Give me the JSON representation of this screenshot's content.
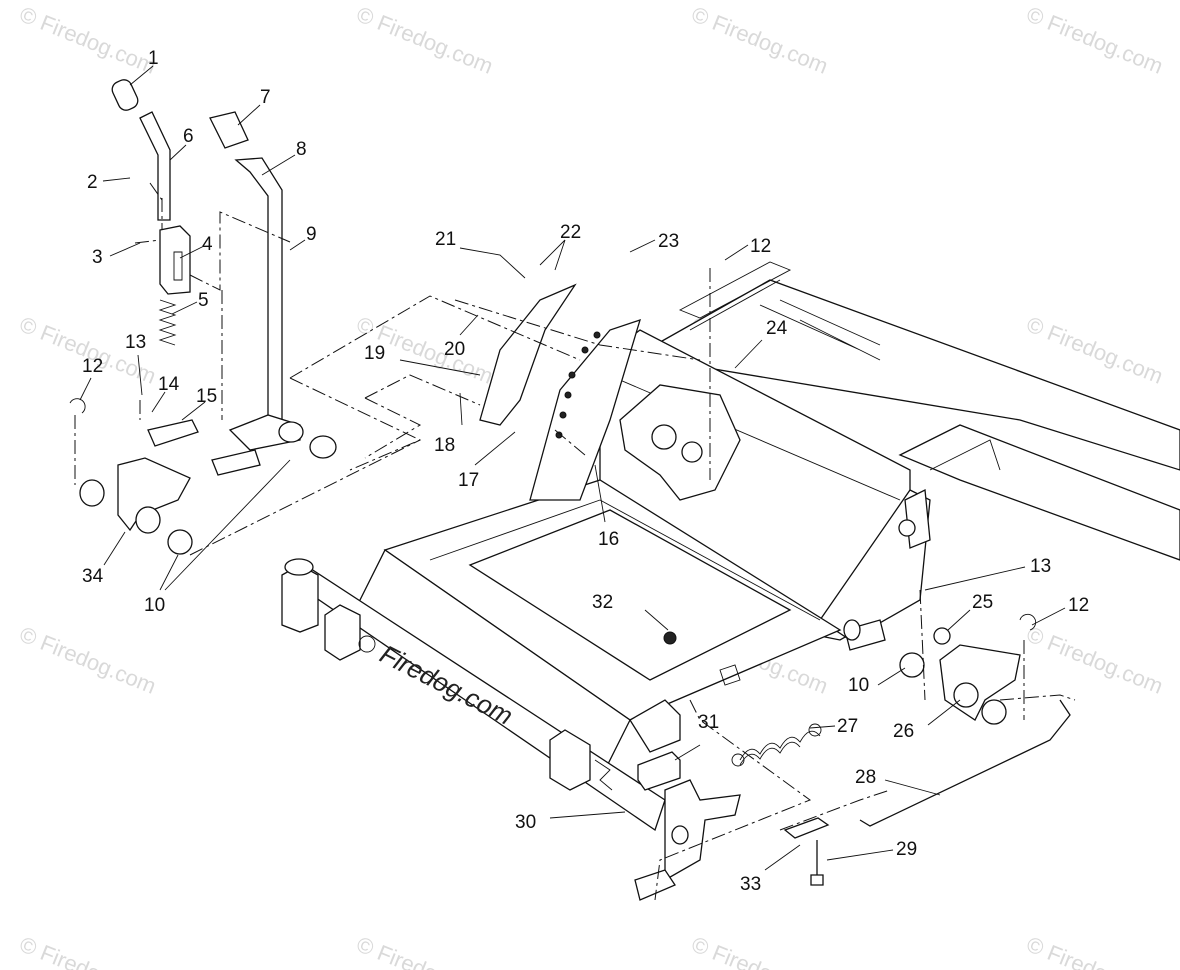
{
  "diagram": {
    "watermark": "© Firedog.com",
    "logo_text": "Firedog.com",
    "part_numbers": [
      "1",
      "2",
      "3",
      "4",
      "5",
      "6",
      "7",
      "8",
      "9",
      "10",
      "10",
      "10",
      "12",
      "12",
      "12",
      "13",
      "13",
      "14",
      "15",
      "16",
      "17",
      "18",
      "19",
      "20",
      "21",
      "22",
      "23",
      "24",
      "25",
      "26",
      "27",
      "28",
      "29",
      "30",
      "31",
      "32",
      "33",
      "34"
    ]
  }
}
